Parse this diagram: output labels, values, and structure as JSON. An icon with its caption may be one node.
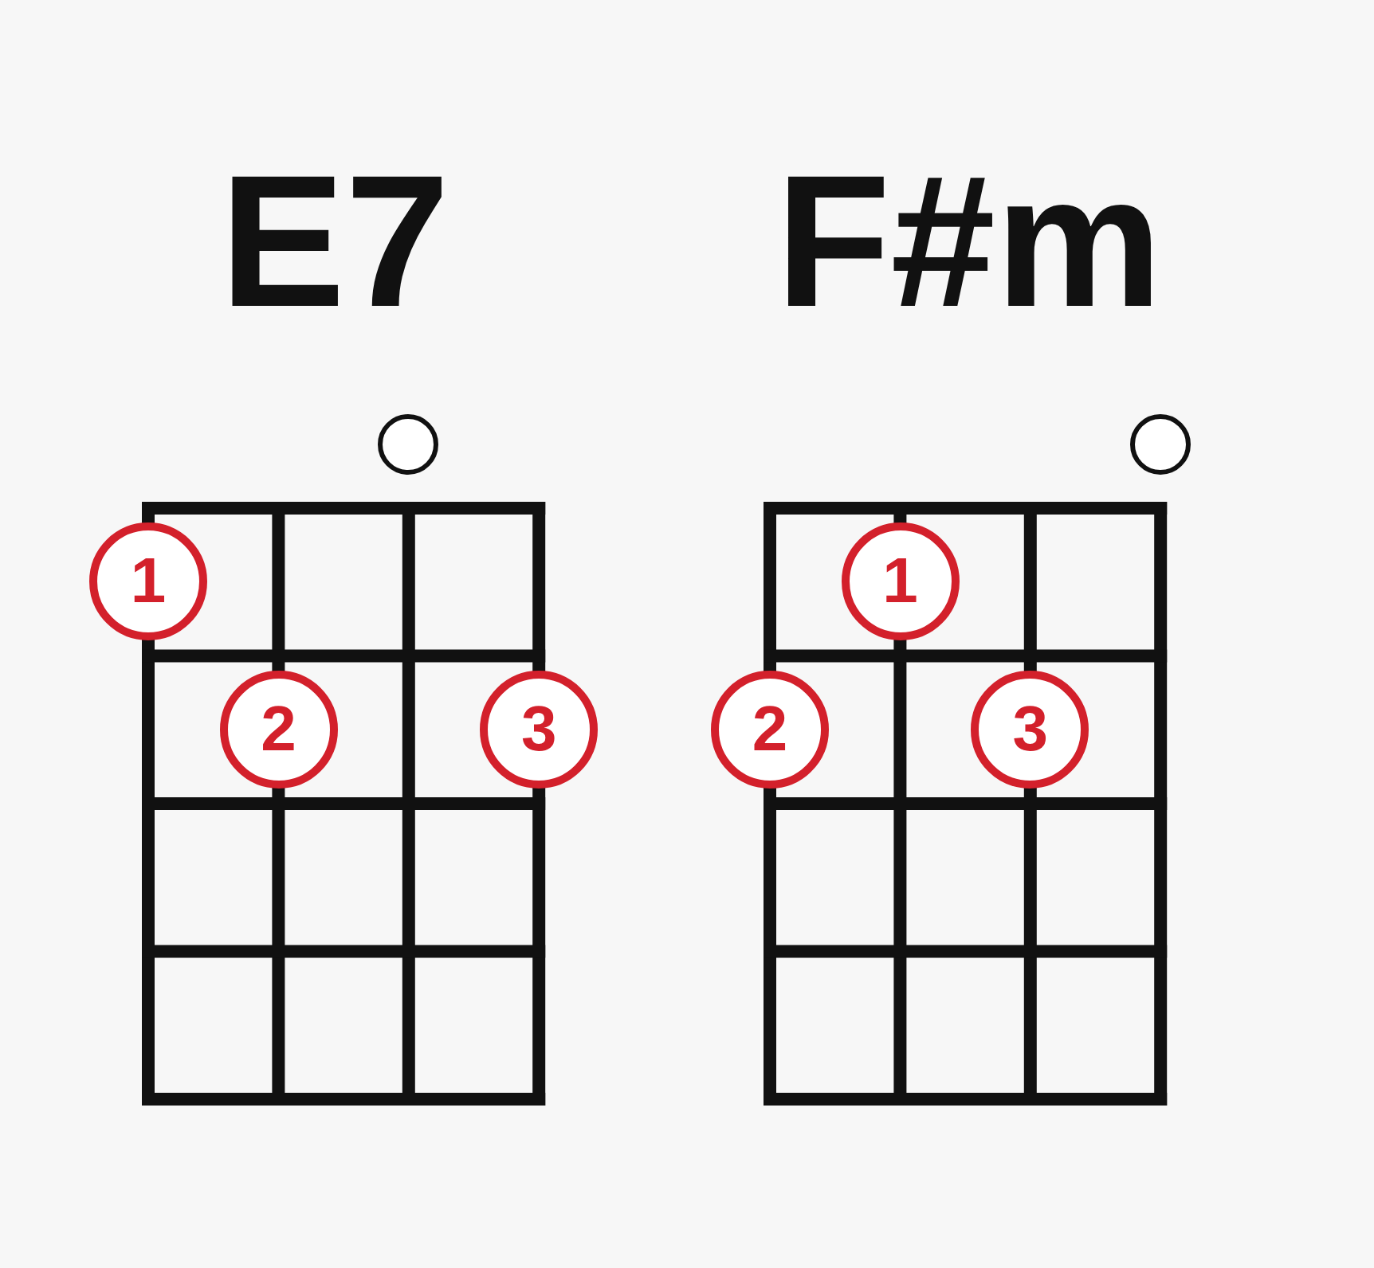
{
  "diagram": {
    "nodes": [
      {
        "text": [
          "E7"
        ]
      },
      {
        "text": [],
        "shape": "circle",
        "in": 0
      },
      {
        "text": [
          "1"
        ],
        "in": 0
      },
      {
        "text": [
          "2"
        ],
        "in": 0
      },
      {
        "text": [
          "3"
        ],
        "in": 0
      },
      {
        "text": [
          "F#m"
        ]
      },
      {
        "text": [],
        "shape": "circle",
        "in": 5
      },
      {
        "text": [
          "1"
        ],
        "in": 5
      },
      {
        "text": [
          "2"
        ],
        "in": 5
      },
      {
        "text": [
          "3"
        ],
        "in": 5
      }
    ]
  }
}
